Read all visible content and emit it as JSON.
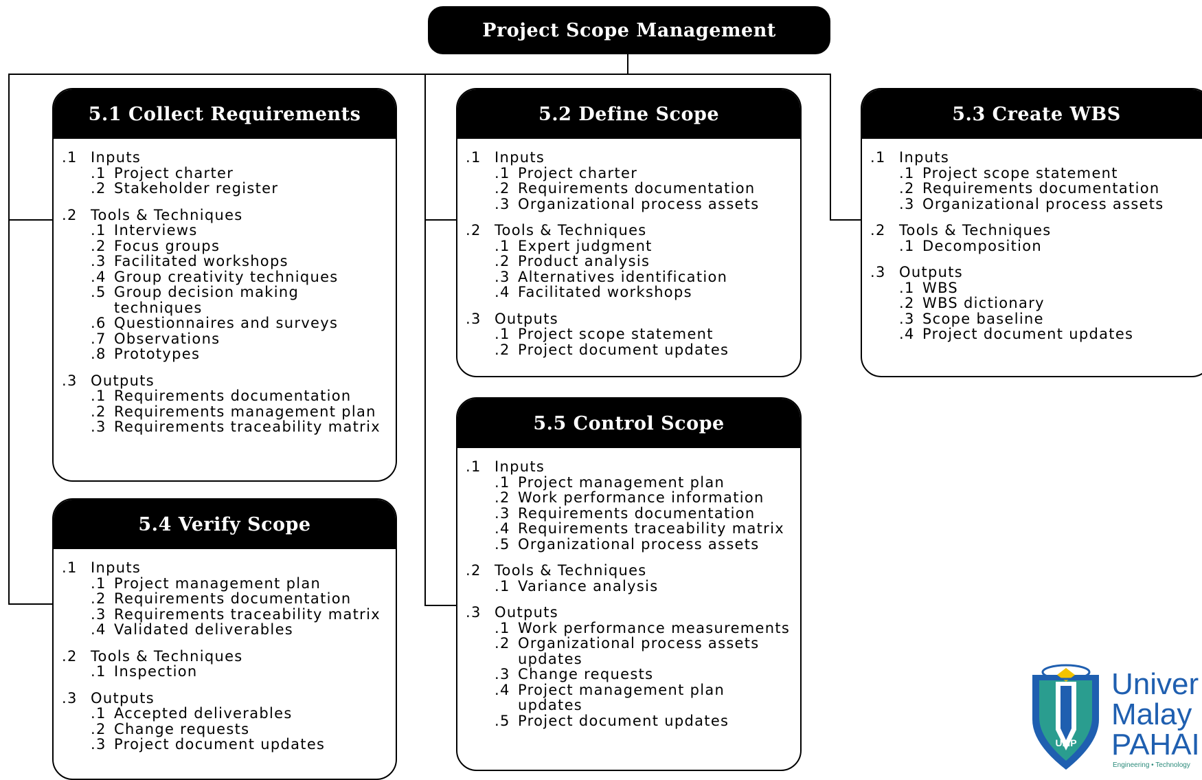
{
  "title": "Project Scope Management",
  "colors": {
    "header_bg": "#000000",
    "header_text": "#ffffff",
    "logo_blue": "#1f5fb0",
    "logo_teal": "#2a9d8f",
    "logo_gold": "#f2c300"
  },
  "processes": [
    {
      "id": "collect",
      "title": "5.1 Collect Requirements",
      "sections": [
        {
          "num": ".1",
          "label": "Inputs",
          "items": [
            {
              "num": ".1",
              "label": "Project charter"
            },
            {
              "num": ".2",
              "label": "Stakeholder register"
            }
          ]
        },
        {
          "num": ".2",
          "label": "Tools & Techniques",
          "items": [
            {
              "num": ".1",
              "label": "Interviews"
            },
            {
              "num": ".2",
              "label": "Focus groups"
            },
            {
              "num": ".3",
              "label": "Facilitated workshops"
            },
            {
              "num": ".4",
              "label": "Group creativity techniques"
            },
            {
              "num": ".5",
              "label": "Group decision making techniques"
            },
            {
              "num": ".6",
              "label": "Questionnaires and surveys"
            },
            {
              "num": ".7",
              "label": "Observations"
            },
            {
              "num": ".8",
              "label": "Prototypes"
            }
          ]
        },
        {
          "num": ".3",
          "label": "Outputs",
          "items": [
            {
              "num": ".1",
              "label": "Requirements documentation"
            },
            {
              "num": ".2",
              "label": "Requirements management plan"
            },
            {
              "num": ".3",
              "label": "Requirements traceability matrix"
            }
          ]
        }
      ]
    },
    {
      "id": "define",
      "title": "5.2 Define Scope",
      "sections": [
        {
          "num": ".1",
          "label": "Inputs",
          "items": [
            {
              "num": ".1",
              "label": "Project charter"
            },
            {
              "num": ".2",
              "label": "Requirements documentation"
            },
            {
              "num": ".3",
              "label": "Organizational process assets"
            }
          ]
        },
        {
          "num": ".2",
          "label": "Tools & Techniques",
          "items": [
            {
              "num": ".1",
              "label": "Expert judgment"
            },
            {
              "num": ".2",
              "label": "Product analysis"
            },
            {
              "num": ".3",
              "label": "Alternatives identification"
            },
            {
              "num": ".4",
              "label": "Facilitated workshops"
            }
          ]
        },
        {
          "num": ".3",
          "label": "Outputs",
          "items": [
            {
              "num": ".1",
              "label": "Project scope statement"
            },
            {
              "num": ".2",
              "label": "Project document updates"
            }
          ]
        }
      ]
    },
    {
      "id": "wbs",
      "title": "5.3 Create WBS",
      "sections": [
        {
          "num": ".1",
          "label": "Inputs",
          "items": [
            {
              "num": ".1",
              "label": "Project scope statement"
            },
            {
              "num": ".2",
              "label": "Requirements documentation"
            },
            {
              "num": ".3",
              "label": "Organizational process assets"
            }
          ]
        },
        {
          "num": ".2",
          "label": "Tools & Techniques",
          "items": [
            {
              "num": ".1",
              "label": "Decomposition"
            }
          ]
        },
        {
          "num": ".3",
          "label": "Outputs",
          "items": [
            {
              "num": ".1",
              "label": "WBS"
            },
            {
              "num": ".2",
              "label": "WBS dictionary"
            },
            {
              "num": ".3",
              "label": "Scope baseline"
            },
            {
              "num": ".4",
              "label": "Project document updates"
            }
          ]
        }
      ]
    },
    {
      "id": "verify",
      "title": "5.4 Verify Scope",
      "sections": [
        {
          "num": ".1",
          "label": "Inputs",
          "items": [
            {
              "num": ".1",
              "label": "Project management plan"
            },
            {
              "num": ".2",
              "label": "Requirements documentation"
            },
            {
              "num": ".3",
              "label": "Requirements traceability matrix"
            },
            {
              "num": ".4",
              "label": "Validated deliverables"
            }
          ]
        },
        {
          "num": ".2",
          "label": "Tools & Techniques",
          "items": [
            {
              "num": ".1",
              "label": "Inspection"
            }
          ]
        },
        {
          "num": ".3",
          "label": "Outputs",
          "items": [
            {
              "num": ".1",
              "label": "Accepted deliverables"
            },
            {
              "num": ".2",
              "label": "Change requests"
            },
            {
              "num": ".3",
              "label": "Project document updates"
            }
          ]
        }
      ]
    },
    {
      "id": "control",
      "title": "5.5 Control Scope",
      "sections": [
        {
          "num": ".1",
          "label": "Inputs",
          "items": [
            {
              "num": ".1",
              "label": "Project management plan"
            },
            {
              "num": ".2",
              "label": "Work performance information"
            },
            {
              "num": ".3",
              "label": "Requirements documentation"
            },
            {
              "num": ".4",
              "label": "Requirements traceability matrix"
            },
            {
              "num": ".5",
              "label": "Organizational process assets"
            }
          ]
        },
        {
          "num": ".2",
          "label": "Tools & Techniques",
          "items": [
            {
              "num": ".1",
              "label": "Variance analysis"
            }
          ]
        },
        {
          "num": ".3",
          "label": "Outputs",
          "items": [
            {
              "num": ".1",
              "label": "Work performance measurements"
            },
            {
              "num": ".2",
              "label": "Organizational process assets updates"
            },
            {
              "num": ".3",
              "label": "Change requests"
            },
            {
              "num": ".4",
              "label": "Project management plan updates"
            },
            {
              "num": ".5",
              "label": "Project document updates"
            }
          ]
        }
      ]
    }
  ],
  "logo": {
    "line1": "Univer",
    "line2": "Malay",
    "line3": "PAHAI",
    "badge": "UMP",
    "tagline": "Engineering • Technology"
  }
}
